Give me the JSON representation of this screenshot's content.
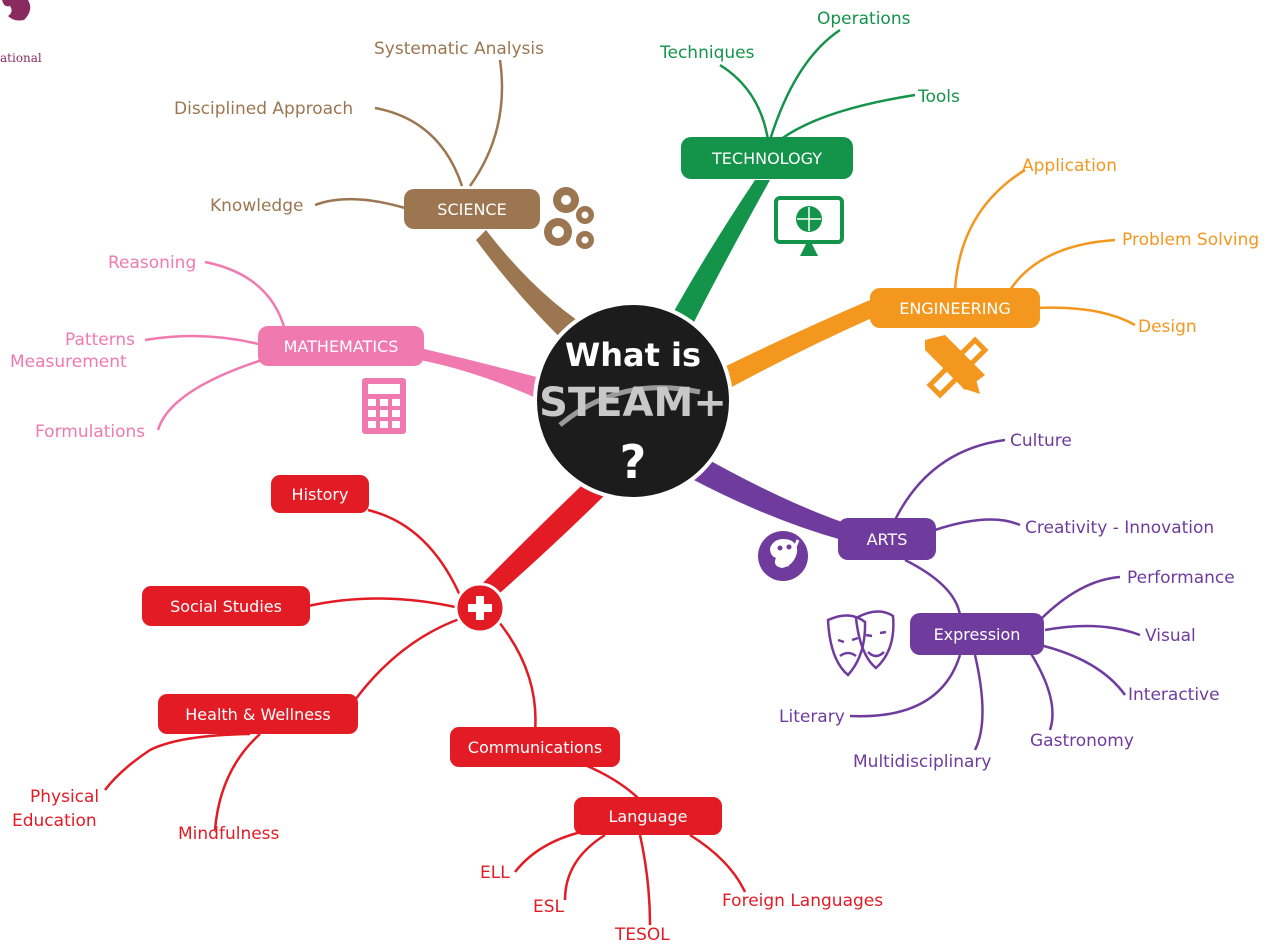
{
  "colors": {
    "science": "#9b7650",
    "technology": "#14934a",
    "engineering": "#f3971f",
    "mathematics": "#f07ab0",
    "arts": "#6f3c9e",
    "plus": "#e21b25",
    "center": "#1c1c1c"
  },
  "logo": {
    "text": "ational"
  },
  "center": {
    "line1": "What is",
    "word": "STEAM+",
    "question": "?"
  },
  "science": {
    "label": "SCIENCE",
    "items": [
      "Systematic Analysis",
      "Disciplined Approach",
      "Knowledge"
    ],
    "icon": "gears-icon"
  },
  "technology": {
    "label": "TECHNOLOGY",
    "items": [
      "Operations",
      "Techniques",
      "Tools"
    ],
    "icon": "globe-monitor-icon"
  },
  "engineering": {
    "label": "ENGINEERING",
    "items": [
      "Application",
      "Problem Solving",
      "Design"
    ],
    "icon": "pencil-ruler-icon"
  },
  "mathematics": {
    "label": "MATHEMATICS",
    "items": [
      "Reasoning",
      "Patterns",
      "Measurement",
      "Formulations"
    ],
    "icon": "calculator-icon"
  },
  "arts": {
    "label": "ARTS",
    "items": [
      "Culture",
      "Creativity - Innovation"
    ],
    "expression": {
      "label": "Expression",
      "items": [
        "Performance",
        "Visual",
        "Interactive",
        "Gastronomy",
        "Multidisciplinary",
        "Literary"
      ]
    },
    "icons": [
      "palette-icon",
      "theater-masks-icon"
    ]
  },
  "plus": {
    "items": [
      "History",
      "Social Studies",
      "Health & Wellness",
      "Communications"
    ],
    "health_items": [
      "Physical",
      "Education",
      "Mindfulness"
    ],
    "language": {
      "label": "Language",
      "items": [
        "ELL",
        "ESL",
        "TESOL",
        "Foreign Languages"
      ]
    },
    "icon": "plus-icon"
  }
}
